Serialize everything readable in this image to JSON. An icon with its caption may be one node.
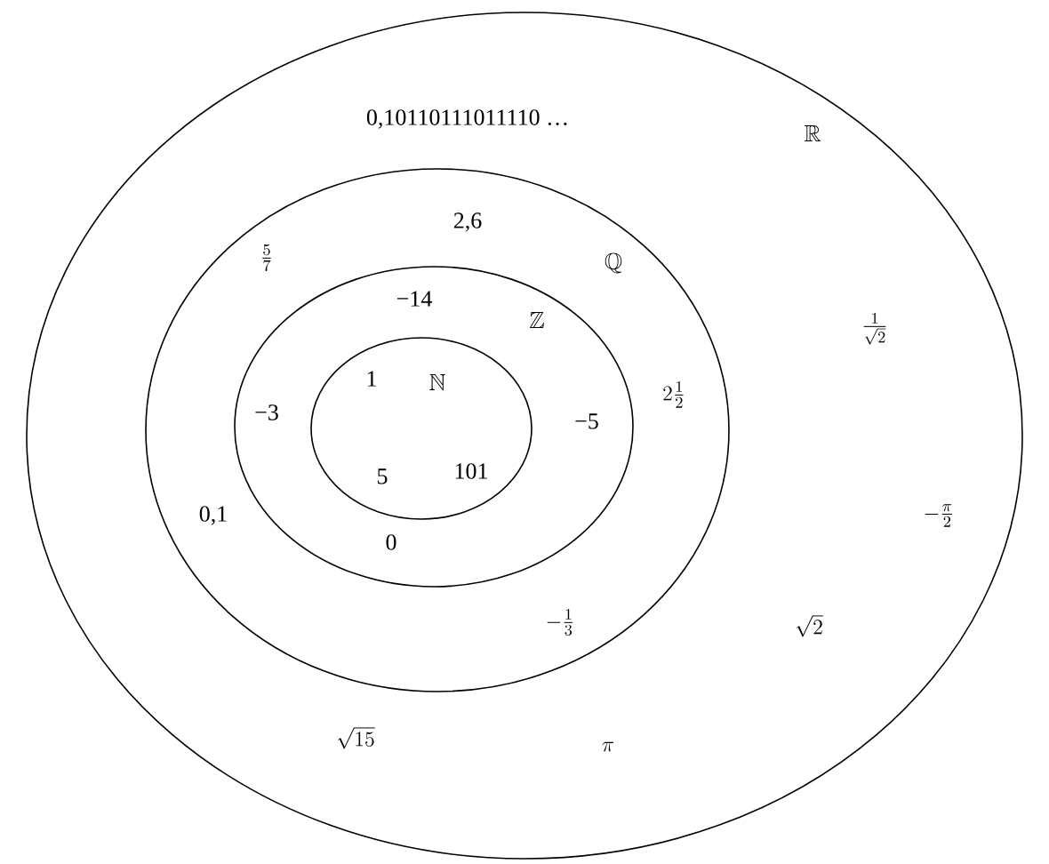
{
  "diagram": {
    "nodes": [
      {
        "text": [
          "0,10110111011110 …",
          "\\mathbb{R}",
          "\\frac{1}{\\sqrt{2}}",
          "-\\frac{\\pi}{2}",
          "\\sqrt{2}",
          "\\sqrt{15}",
          "\\pi"
        ]
      },
      {
        "text": [
          "\\frac{5}{7}",
          "2,6",
          "\\mathbb{Q}",
          "2\\frac{1}{2}",
          "0,1",
          "-\\frac{1}{3}"
        ],
        "in": 0
      },
      {
        "text": [
          "−14",
          "\\mathbb{Z}",
          "−3",
          "−5",
          "0"
        ],
        "in": 1
      },
      {
        "text": [
          "1",
          "\\mathbb{N}",
          "5",
          "101"
        ],
        "in": 2
      }
    ]
  }
}
